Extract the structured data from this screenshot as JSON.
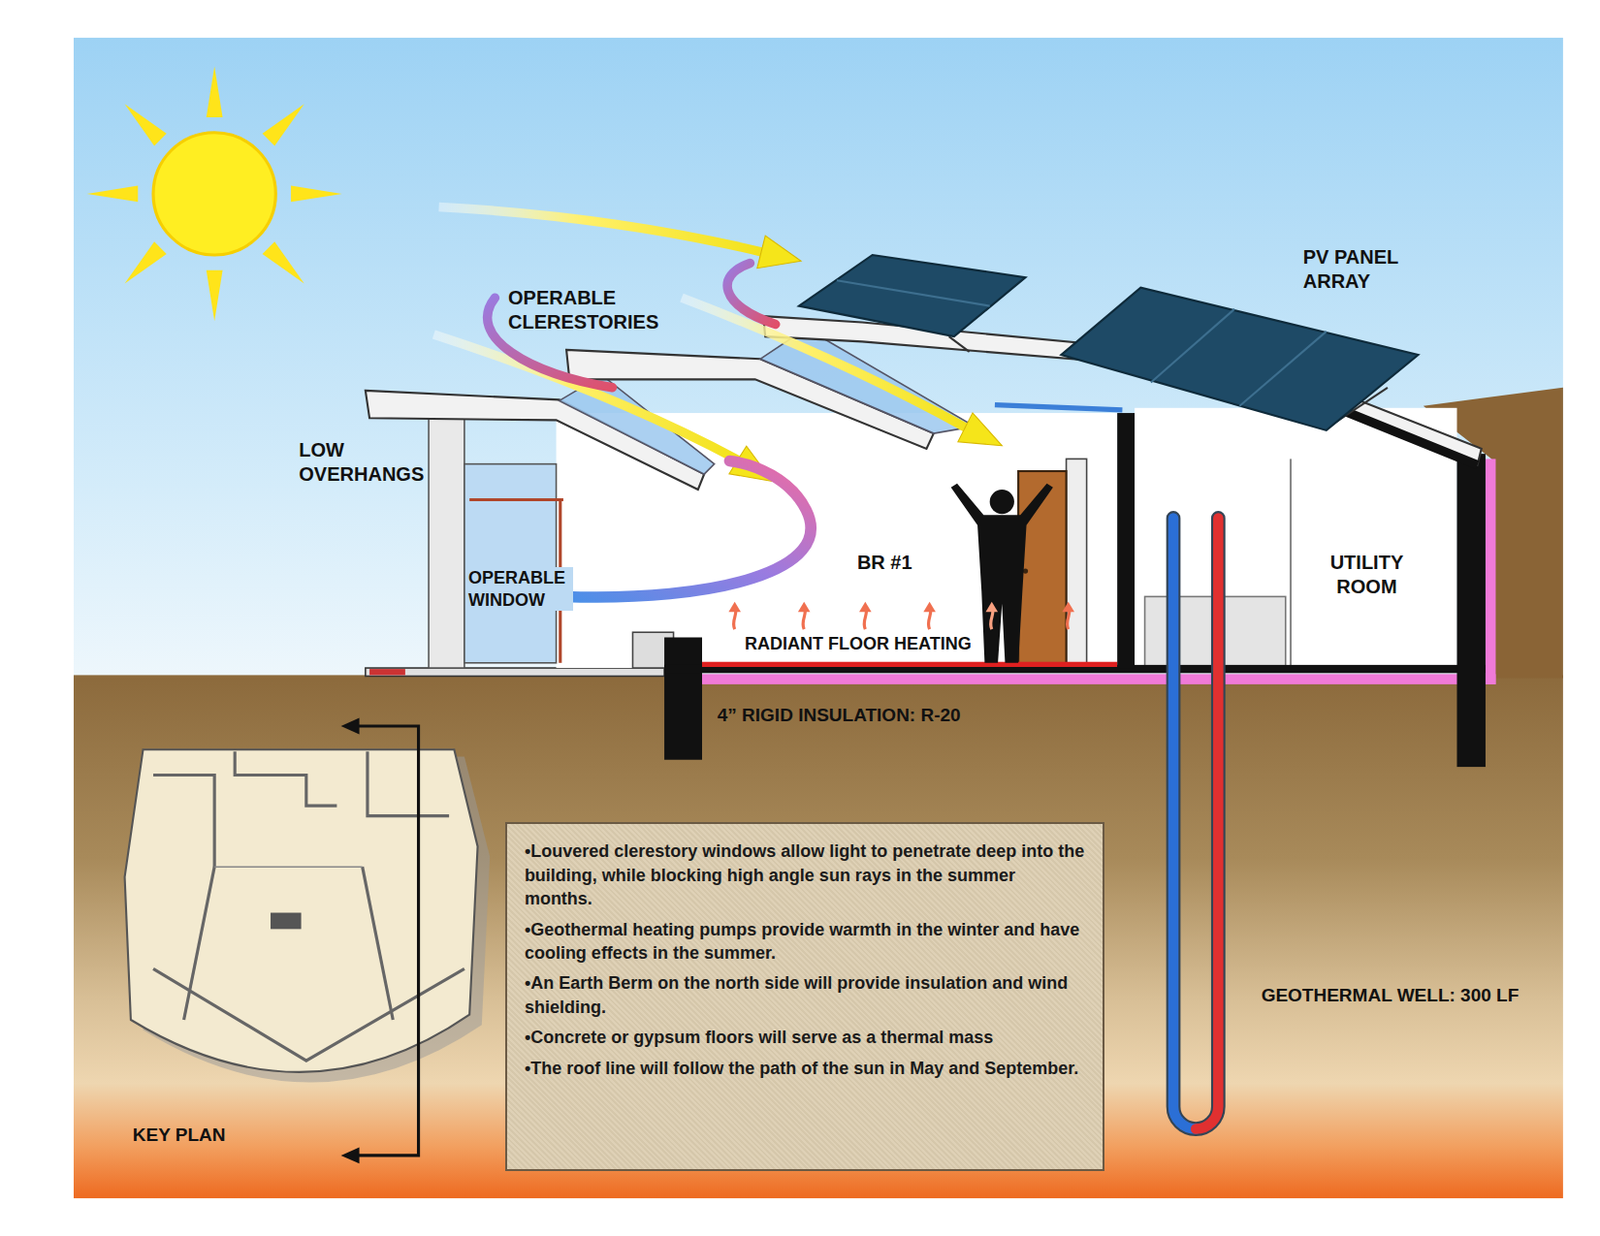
{
  "diagram": {
    "nodes": [
      {
        "text": [
          "•Louvered clerestory windows allow light to penetrate deep into the building, while blocking high angle sun rays in the summer months.",
          "•Geothermal heating pumps provide warmth in the winter and have cooling effects in the summer.",
          "•An Earth Berm on the north side will provide insulation and wind shielding.",
          "•Concrete or gypsum floors will serve as a thermal mass",
          "•The roof line will follow the path of the sun in May and September."
        ]
      }
    ],
    "labels": [
      "OPERABLE CLERESTORIES",
      "PV PANEL ARRAY",
      "LOW OVERHANGS",
      "OPERABLE WINDOW",
      "BR #1",
      "RADIANT FLOOR HEATING",
      "UTILITY ROOM",
      "4” RIGID INSULATION: R-20",
      "GEOTHERMAL WELL: 300 LF",
      "KEY PLAN"
    ]
  }
}
